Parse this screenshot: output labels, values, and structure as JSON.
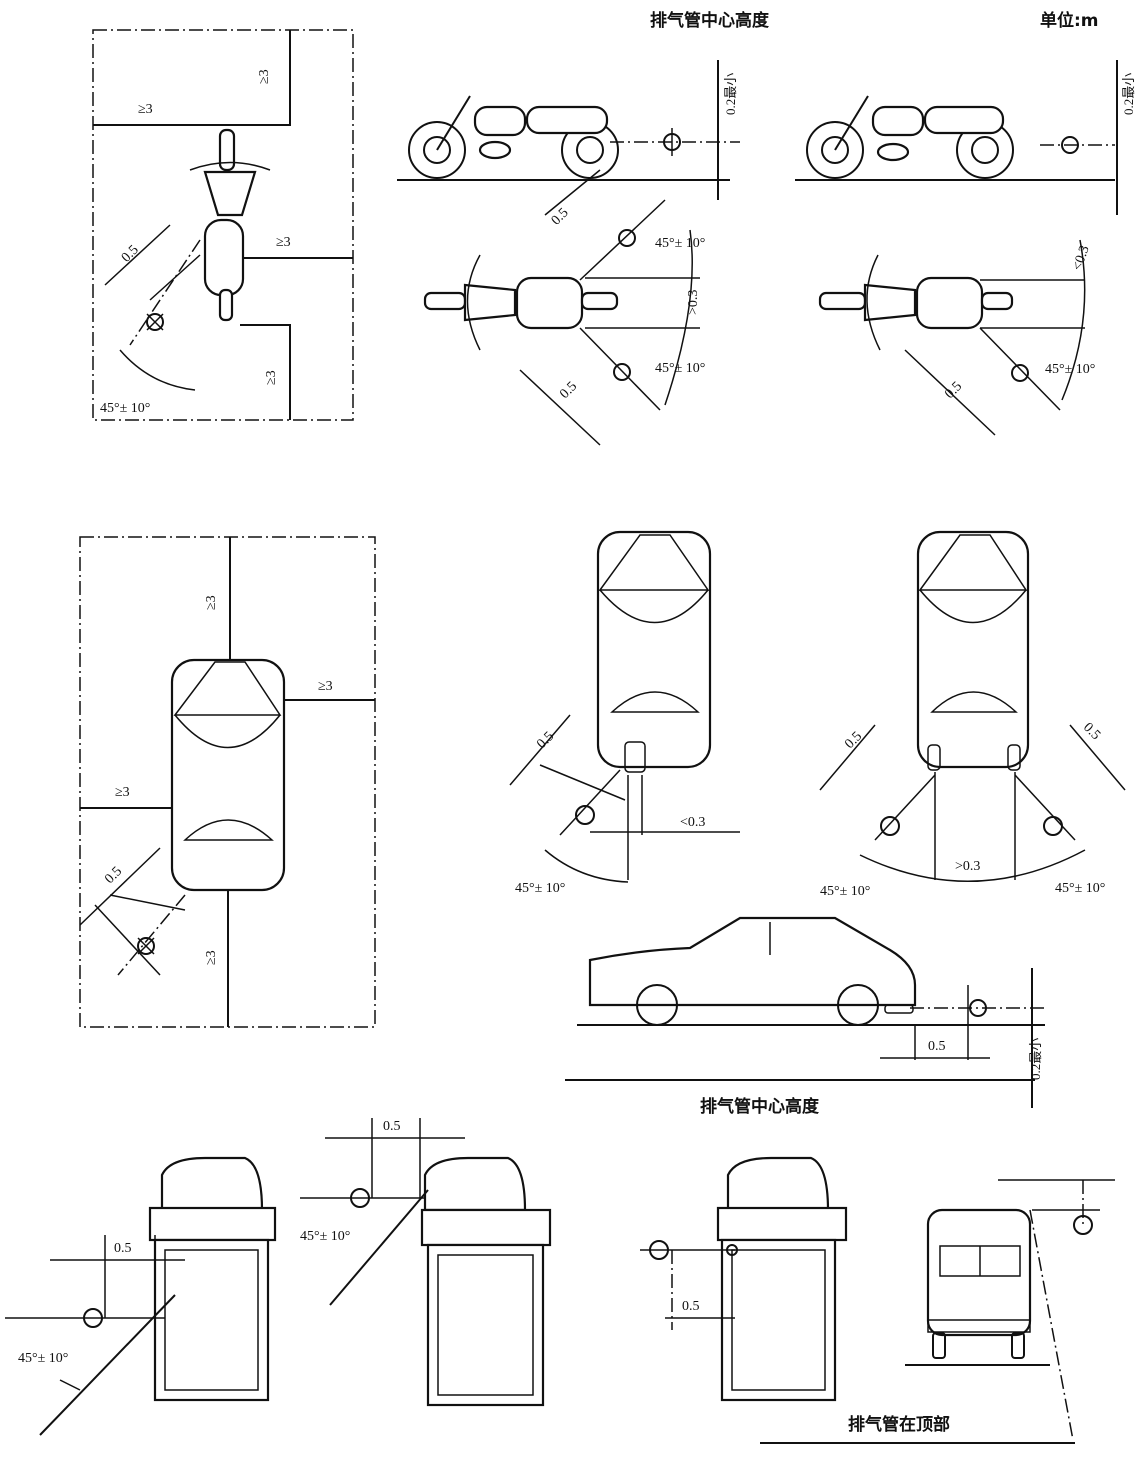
{
  "captions": {
    "exhaust_height_top": "排气管中心高度",
    "unit": "单位:m",
    "exhaust_height_mid": "排气管中心高度",
    "exhaust_on_top": "排气管在顶部"
  },
  "labels": {
    "ge3": "≥3",
    "half_m": "0.5",
    "angle": "45°± 10°",
    "gt03": ">0.3",
    "lt03": "<0.3",
    "min02": "0.2最小"
  }
}
